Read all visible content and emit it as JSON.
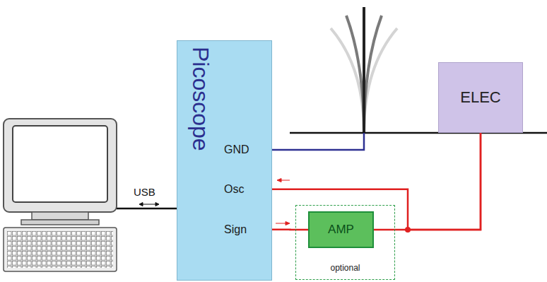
{
  "diagram": {
    "nodes": [
      {
        "text": [
          "Picoscope",
          "GND",
          "Osc",
          "Sign"
        ]
      },
      {
        "text": [
          "ELEC"
        ]
      },
      {
        "text": [
          "optional"
        ]
      },
      {
        "text": [
          "AMP"
        ],
        "in": 2
      }
    ],
    "edges": [
      {
        "from": 0,
        "to": 3,
        "arrow": "none"
      },
      {
        "from": 3,
        "to": 1,
        "arrow": "none"
      },
      {
        "from": 1,
        "to": 0,
        "arrow": "none"
      }
    ],
    "labels": [
      "USB"
    ]
  }
}
